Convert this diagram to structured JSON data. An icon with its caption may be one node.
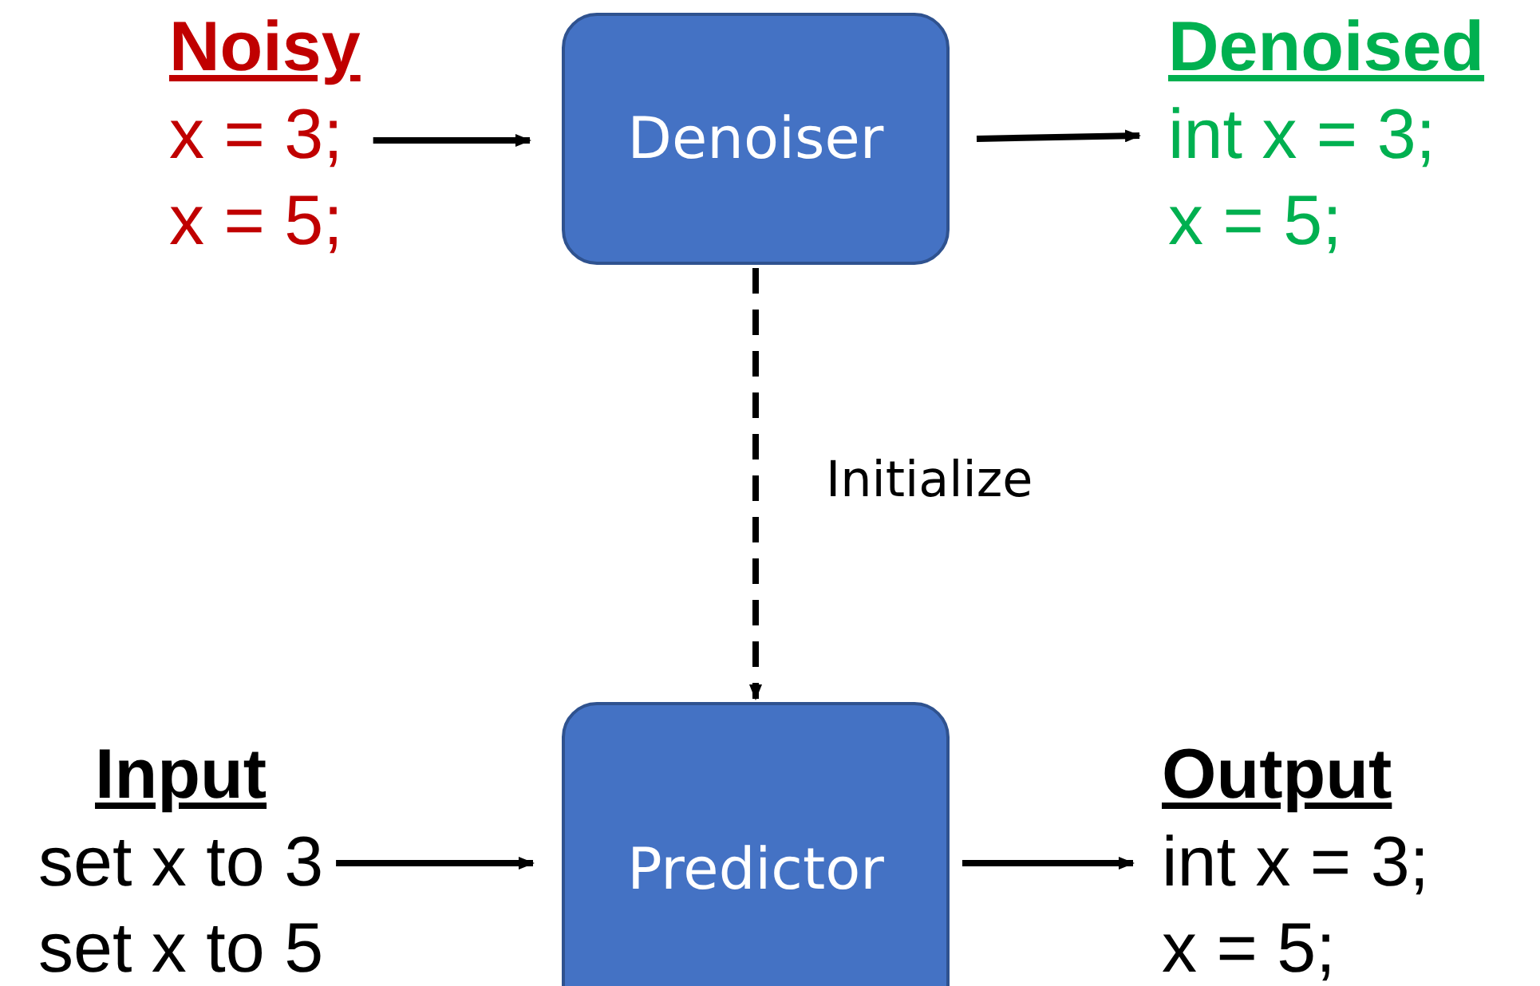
{
  "diagram": {
    "nodes": [
      {
        "text": [
          "Noisy",
          "x = 3;",
          "x = 5;"
        ]
      },
      {
        "text": [
          "Denoiser"
        ]
      },
      {
        "text": [
          "Denoised",
          "int x = 3;",
          "x = 5;"
        ]
      },
      {
        "text": [
          "Input",
          "set x to 3",
          "set x to 5"
        ]
      },
      {
        "text": [
          "Predictor"
        ]
      },
      {
        "text": [
          "Output",
          "int x = 3;",
          "x = 5;"
        ]
      }
    ],
    "edges": [
      {
        "from": 0,
        "to": 1,
        "arrow": "to"
      },
      {
        "from": 1,
        "to": 2,
        "arrow": "to"
      },
      {
        "from": 1,
        "to": 4,
        "arrow": "to",
        "label": "Initialize",
        "style": "dashed"
      },
      {
        "from": 3,
        "to": 4,
        "arrow": "to"
      },
      {
        "from": 4,
        "to": 5,
        "arrow": "to"
      }
    ]
  }
}
